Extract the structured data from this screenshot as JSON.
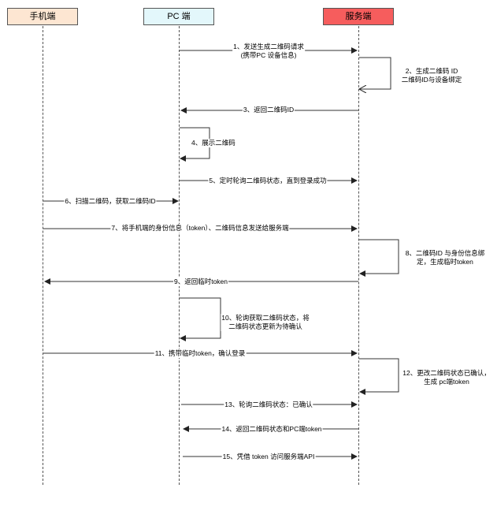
{
  "participants": [
    {
      "id": "mobile",
      "label": "手机端",
      "fill": "#fde6d2"
    },
    {
      "id": "pc",
      "label": "PC 端",
      "fill": "#e3f7fb"
    },
    {
      "id": "server",
      "label": "服务端",
      "fill": "#f65d5d"
    }
  ],
  "messages": [
    {
      "text": "1、发送生成二维码请求",
      "text2": "(携带PC 设备信息)"
    },
    {
      "text": "2、生成二维码 ID",
      "text2": "二维码ID与设备绑定"
    },
    {
      "text": "3、返回二维码ID"
    },
    {
      "text": "4、展示二维码"
    },
    {
      "text": "5、定时轮询二维码状态，直到登录成功"
    },
    {
      "text": "6、扫描二维码，获取二维码ID"
    },
    {
      "text": "7、将手机端的身份信息（token）、二维码信息发送给服务端"
    },
    {
      "text": "8、二维码ID 与身份信息绑",
      "text2": "定，生成临时token"
    },
    {
      "text": "9、返回临时token"
    },
    {
      "text": "10、轮询获取二维码状态，将",
      "text2": "二维码状态更新为待确认"
    },
    {
      "text": "11、携带临时token，确认登录"
    },
    {
      "text": "12、更改二维码状态已确认，",
      "text2": "生成 pc端token"
    },
    {
      "text": "13、轮询二维码状态：已确认"
    },
    {
      "text": "14、返回二维码状态和PC端token"
    },
    {
      "text": "15、凭借 token 访问服务端API"
    }
  ]
}
